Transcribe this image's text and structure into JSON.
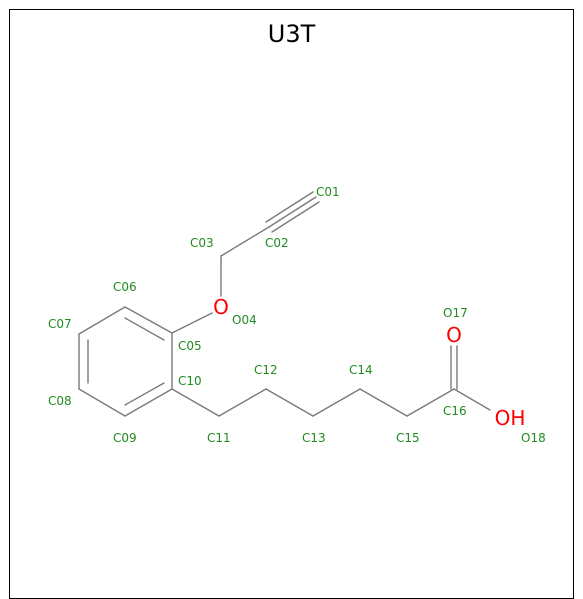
{
  "title": "U3T",
  "colors": {
    "bond": "#7a7a7a",
    "heteroatom": "#ff0000",
    "atom_label": "#228b22",
    "border": "#000000"
  },
  "atoms": [
    {
      "id": "C01",
      "label": "C01"
    },
    {
      "id": "C02",
      "label": "C02"
    },
    {
      "id": "C03",
      "label": "C03"
    },
    {
      "id": "O04",
      "label": "O04",
      "symbol": "O"
    },
    {
      "id": "C05",
      "label": "C05"
    },
    {
      "id": "C06",
      "label": "C06"
    },
    {
      "id": "C07",
      "label": "C07"
    },
    {
      "id": "C08",
      "label": "C08"
    },
    {
      "id": "C09",
      "label": "C09"
    },
    {
      "id": "C10",
      "label": "C10"
    },
    {
      "id": "C11",
      "label": "C11"
    },
    {
      "id": "C12",
      "label": "C12"
    },
    {
      "id": "C13",
      "label": "C13"
    },
    {
      "id": "C14",
      "label": "C14"
    },
    {
      "id": "C15",
      "label": "C15"
    },
    {
      "id": "C16",
      "label": "C16"
    },
    {
      "id": "O17",
      "label": "O17",
      "symbol": "O"
    },
    {
      "id": "O18",
      "label": "O18",
      "symbol": "OH"
    }
  ]
}
